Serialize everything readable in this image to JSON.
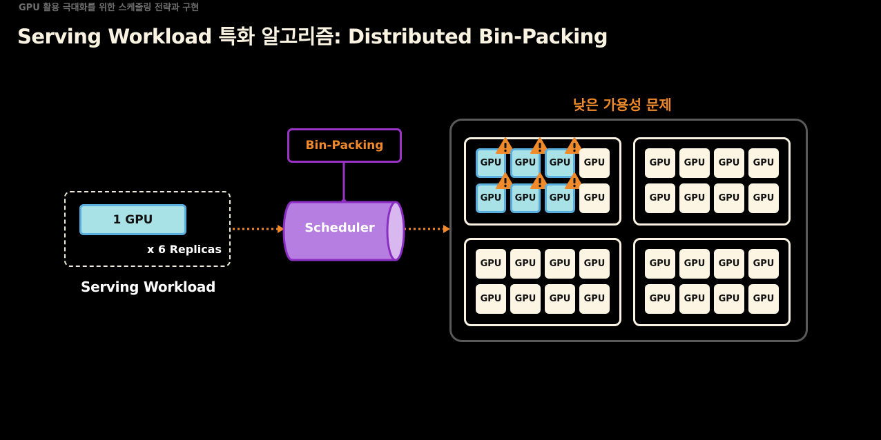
{
  "header": {
    "caption": "GPU 활용 극대화를 위한 스케줄링 전략과 구현",
    "title": "Serving Workload 특화 알고리즘: Distributed Bin-Packing"
  },
  "workload": {
    "gpu_request": "1 GPU",
    "replicas": "x 6 Replicas",
    "label": "Serving Workload"
  },
  "scheduler": {
    "algorithm": "Bin-Packing",
    "label": "Scheduler"
  },
  "cluster": {
    "warning_title": "낮은 가용성 문제",
    "gpu_label": "GPU",
    "nodes": [
      {
        "gpus": [
          "used",
          "used",
          "used",
          "free",
          "used",
          "used",
          "used",
          "free"
        ],
        "warnings": [
          0,
          1,
          2,
          4,
          5,
          6
        ]
      },
      {
        "gpus": [
          "free",
          "free",
          "free",
          "free",
          "free",
          "free",
          "free",
          "free"
        ],
        "warnings": []
      },
      {
        "gpus": [
          "free",
          "free",
          "free",
          "free",
          "free",
          "free",
          "free",
          "free"
        ],
        "warnings": []
      },
      {
        "gpus": [
          "free",
          "free",
          "free",
          "free",
          "free",
          "free",
          "free",
          "free"
        ],
        "warnings": []
      }
    ]
  },
  "colors": {
    "accent_orange": "#f18a2a",
    "scheduler_purple": "#b57ee0",
    "used_gpu": "#a8e2e6",
    "free_gpu": "#fdf5e3"
  }
}
